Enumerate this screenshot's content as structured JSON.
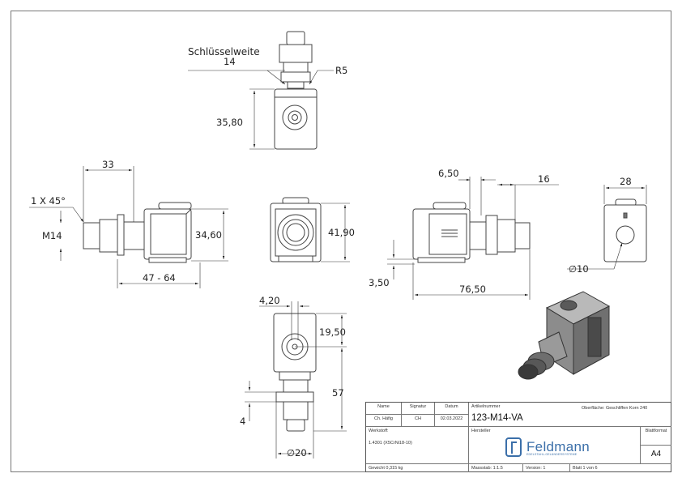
{
  "dimensions": {
    "wrench_label": "Schlüsselweite",
    "wrench_value": "14",
    "radius": "R5",
    "top_height": "35,80",
    "left_width": "33",
    "chamfer": "1 X 45°",
    "thread": "M14",
    "left_height": "34,60",
    "left_length": "47 - 64",
    "front_height": "41,90",
    "right_offset_a": "6,50",
    "right_offset_b": "16",
    "right_small": "3,50",
    "right_length": "76,50",
    "side_width": "28",
    "hole_diameter": "∅10",
    "bottom_offset": "4,20",
    "bottom_center": "19,50",
    "bottom_height": "57",
    "bottom_collar": "4",
    "bottom_diameter": "∅20"
  },
  "title_block": {
    "h_name": "Name",
    "h_signatur": "Signatur",
    "h_datum": "Datum",
    "name": "Ch. Häfig",
    "signatur": "CH",
    "datum": "02.03.2022",
    "artikel_label": "Artikelnummer",
    "artikel": "123-M14-VA",
    "oberflaeche": "Oberfläche: Geschliffen Korn 240",
    "werkstoff_label": "Werkstoff:",
    "werkstoff": "1.4301 (X5CrNi18-10)",
    "hersteller_label": "Hersteller",
    "logo_text": "Feldmann",
    "logo_sub": "EDELSTAHL-GELÄNDERSYSTEME",
    "blattformat_label": "Blattformat",
    "blattformat": "A4",
    "gewicht": "Gewicht 0,315 kg",
    "massstab": "Massstab: 1:1.5",
    "version": "Version: 1",
    "blatt": "Blatt 1 von 6"
  }
}
